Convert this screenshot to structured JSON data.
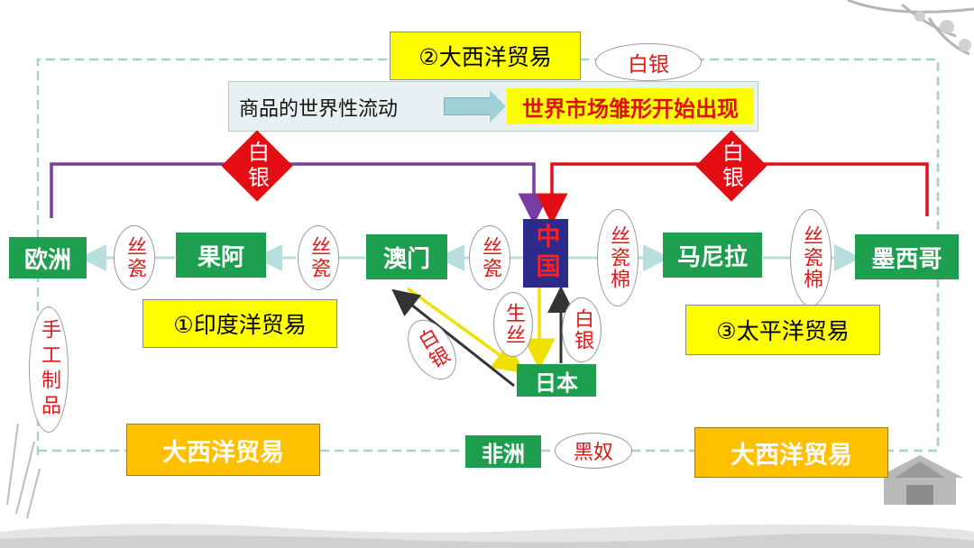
{
  "top": {
    "atlantic_trade": "②大西洋贸易",
    "silver_oval": "白银",
    "goods_flow": "商品的世界性流动",
    "world_market": "世界市场雏形开始出现"
  },
  "diamonds": {
    "left": "白银",
    "right": "白银"
  },
  "nodes": {
    "europe": "欧洲",
    "goa": "果阿",
    "macau": "澳门",
    "china": "中国",
    "manila": "马尼拉",
    "mexico": "墨西哥",
    "japan": "日本",
    "africa": "非洲"
  },
  "goods": {
    "europe_goa": "丝瓷",
    "goa_macau": "丝瓷",
    "macau_china": "丝瓷",
    "china_manila": "丝瓷棉",
    "manila_mexico": "丝瓷棉",
    "china_japan": "生丝",
    "japan_china": "白银",
    "japan_macau": "白银",
    "handicrafts": "手工制品",
    "slaves": "黑奴"
  },
  "routes": {
    "indian_ocean": "①印度洋贸易",
    "pacific": "③太平洋贸易",
    "atlantic_left": "大西洋贸易",
    "atlantic_right": "大西洋贸易"
  },
  "colors": {
    "green": "#1e9e4f",
    "yellow": "#ffff00",
    "orange": "#ffc000",
    "red": "#e30d13",
    "navy": "#2d2a8c",
    "purple": "#7a3aa0"
  }
}
